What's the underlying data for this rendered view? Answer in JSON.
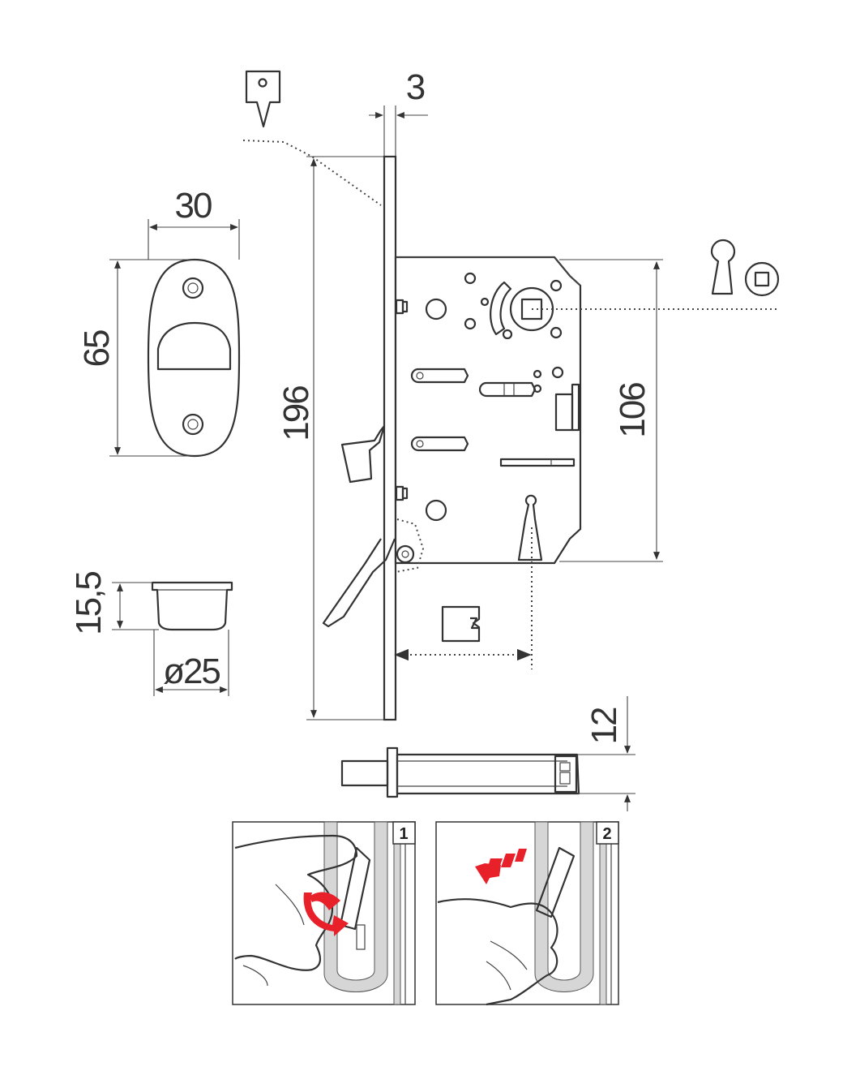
{
  "dimensions": {
    "faceplate_thickness": "3",
    "strike_width": "30",
    "strike_height": "65",
    "cup_height": "15,5",
    "cup_diameter": "ø25",
    "faceplate_length": "196",
    "case_height": "106",
    "bolt_height": "12"
  },
  "steps": {
    "step1": "1",
    "step2": "2"
  },
  "colors": {
    "line": "#333333",
    "arrow_red": "#e8202a",
    "channel_gray": "#d6d6d6"
  },
  "icons": {
    "faceplate_symbol": "hook-bolt-icon",
    "keyhole_symbol": "keyhole-icon",
    "privacy_symbol": "square-spindle-icon",
    "backset_symbol": "spindle-square-icon"
  }
}
